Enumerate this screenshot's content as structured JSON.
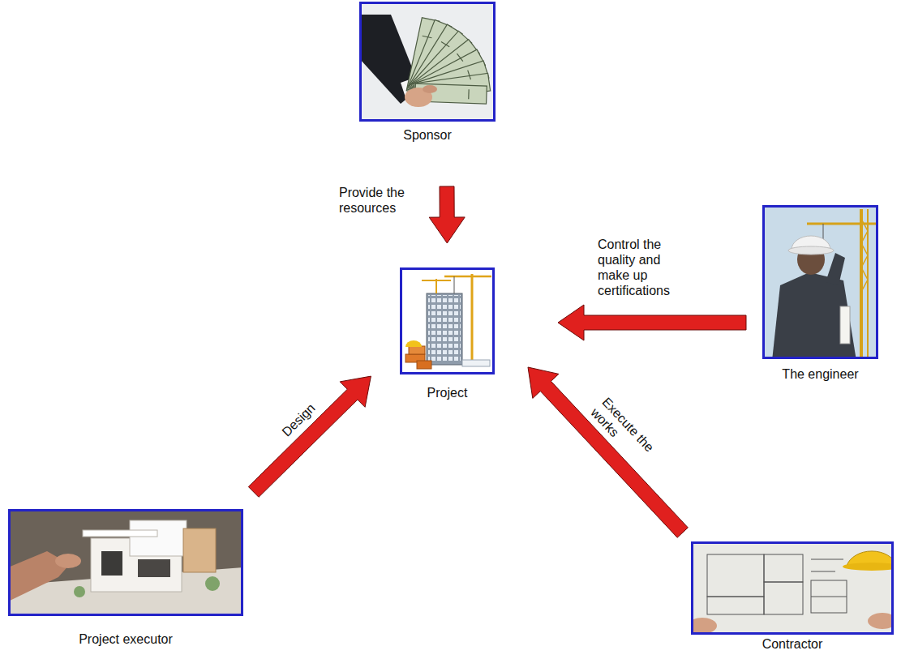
{
  "diagram": {
    "nodes": [
      {
        "text": [
          "Sponsor"
        ]
      },
      {
        "text": [
          "The engineer"
        ]
      },
      {
        "text": [
          "Project"
        ]
      },
      {
        "text": [
          "Project executor"
        ]
      },
      {
        "text": [
          "Contractor"
        ]
      }
    ],
    "edges": [
      {
        "from": 0,
        "to": 2,
        "label": "Provide the resources",
        "arrow": "to"
      },
      {
        "from": 1,
        "to": 2,
        "label": "Control the quality and make up certifications",
        "arrow": "to"
      },
      {
        "from": 3,
        "to": 2,
        "label": "Design",
        "arrow": "to"
      },
      {
        "from": 4,
        "to": 2,
        "label": "Execute the works",
        "arrow": "to"
      }
    ]
  }
}
